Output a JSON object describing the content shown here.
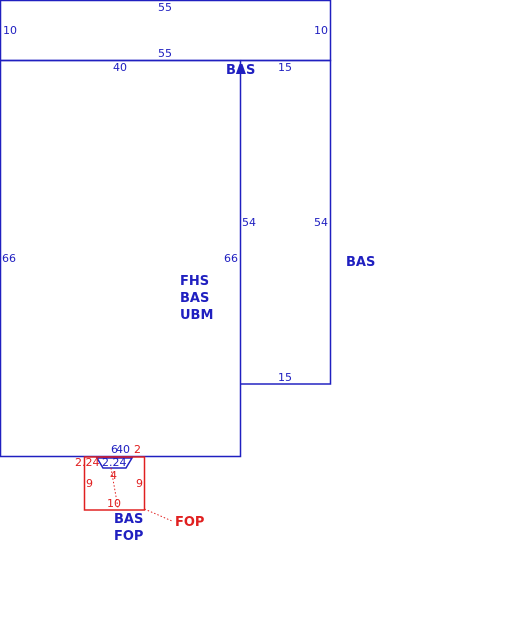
{
  "colors": {
    "primary": "#2020c0",
    "secondary": "#e02020",
    "background": "#ffffff"
  },
  "dimensions": {
    "top_rect_top": "55",
    "top_rect_bottom": "55",
    "top_rect_left": "10",
    "top_rect_right": "10",
    "main_top": "40",
    "main_left": "66",
    "main_right": "66",
    "right_rect_top": "15",
    "right_rect_bottom": "15",
    "right_rect_left": "54",
    "right_rect_right": "54",
    "porch_top_a": "6",
    "porch_top_b": "40",
    "porch_top_c": "2",
    "porch_left": "2.24",
    "porch_mid": "2.24",
    "porch_inner": "4",
    "fop_left": "9",
    "fop_right": "9",
    "fop_bottom": "10"
  },
  "areas": {
    "main": [
      "FHS",
      "BAS",
      "UBM"
    ],
    "top_label": "BAS",
    "right_label": "BAS",
    "porch": [
      "BAS",
      "FOP"
    ],
    "porch_callout": "FOP"
  }
}
